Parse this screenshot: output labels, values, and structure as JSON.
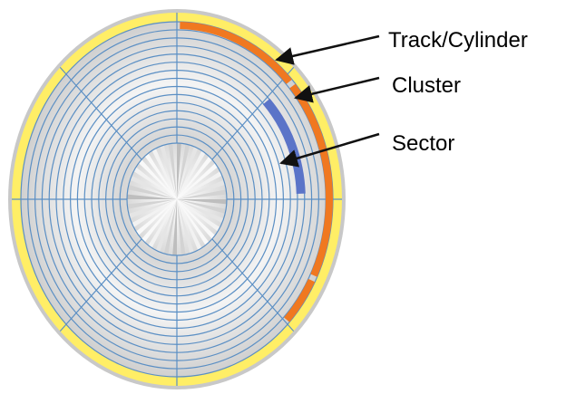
{
  "diagram": {
    "labels": {
      "track": "Track/Cylinder",
      "cluster": "Cluster",
      "sector": "Sector"
    },
    "track_count": 15,
    "sector_count": 8,
    "colors": {
      "background": "#ffffff",
      "disk_rim": "#c8c8c8",
      "outer_band": "#ffee66",
      "track_lines": "#5b8fc4",
      "cluster": "#f07820",
      "sector": "#5b74c8",
      "arrow": "#111111",
      "label_text": "#000000"
    }
  }
}
